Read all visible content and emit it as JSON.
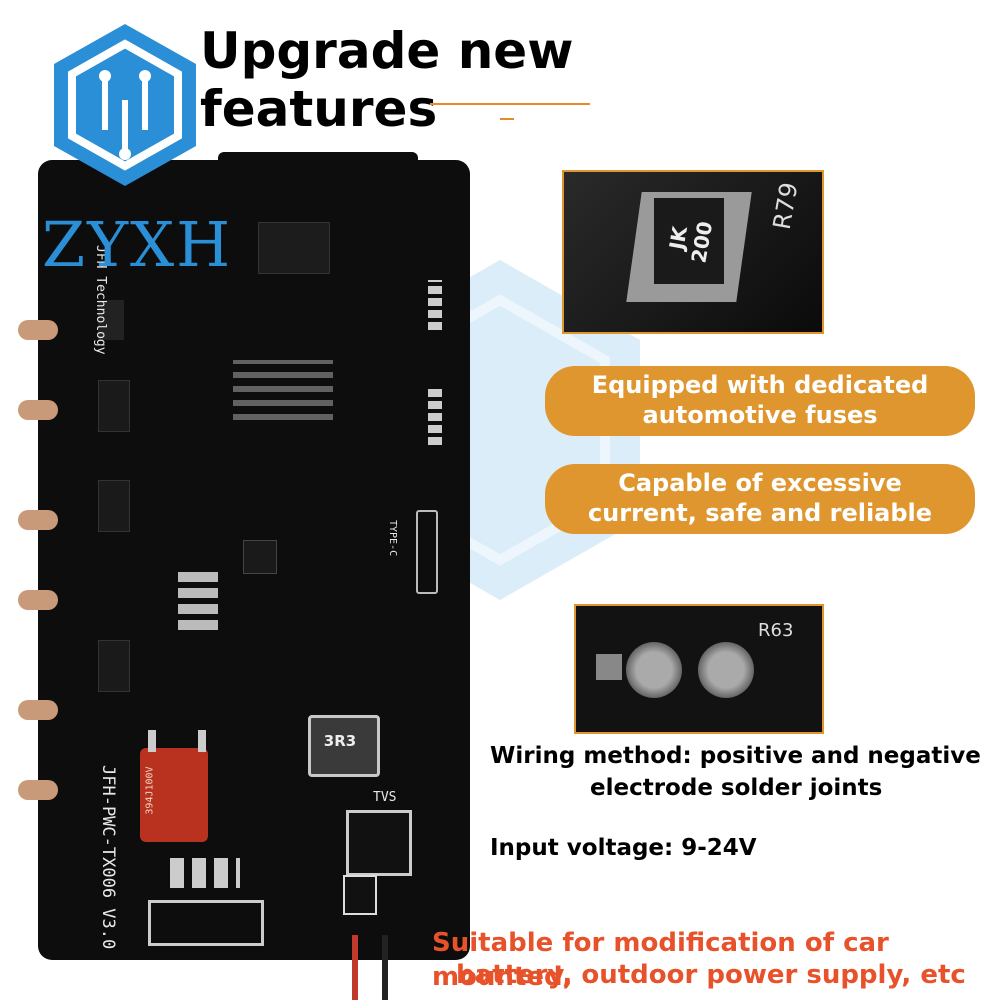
{
  "header": {
    "title": "Upgrade new features"
  },
  "logo": {
    "text": "ZYXH",
    "color": "#2a8fd6"
  },
  "features": {
    "fuses": {
      "line1": "Equipped with dedicated",
      "line2": "automotive fuses"
    },
    "current": {
      "line1": "Capable of excessive",
      "line2": "current, safe and reliable"
    }
  },
  "fuse_photo": {
    "code": "JK 200",
    "ref": "R79"
  },
  "joint_photo": {
    "ref": "R63"
  },
  "wiring": {
    "line1": "Wiring method: positive and negative",
    "line2": "electrode solder joints"
  },
  "input_voltage": "Input voltage: 9-24V",
  "suitable": {
    "line1": "Suitable for modification of car mounted,",
    "line2": "battery, outdoor power supply, etc"
  },
  "board": {
    "brand": "JFH Technology",
    "model": "JFH-PWC-TX006 V3.0",
    "inductor": "3R3",
    "capacitor": "394J100V",
    "port": "TYPE-C",
    "tvs": "TVS"
  },
  "colors": {
    "accent": "#e0962e",
    "red_text": "#e8522a",
    "board": "#0d0d0d"
  }
}
